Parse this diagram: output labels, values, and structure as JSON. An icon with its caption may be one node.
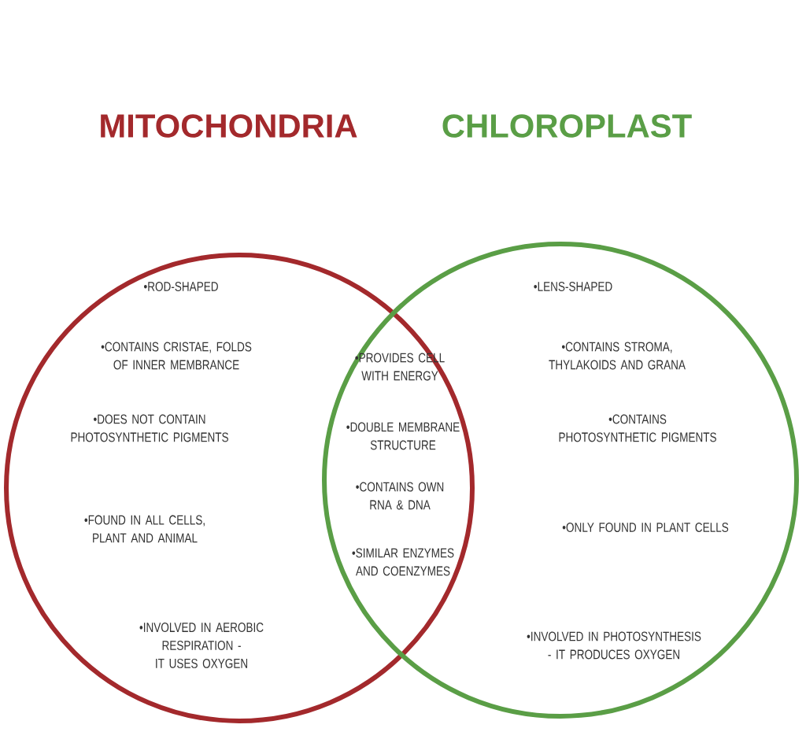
{
  "diagram": {
    "nodes": [
      {
        "beside": [
          "MITOCHONDRIA"
        ],
        "text": [
          "•ROD-SHAPED",
          "•CONTAINS CRISTAE, FOLDS OF INNER MEMBRANCE",
          "•DOES NOT CONTAIN PHOTOSYNTHETIC PIGMENTS",
          "•FOUND IN ALL CELLS, PLANT AND ANIMAL",
          "•INVOLVED IN AEROBIC RESPIRATION - IT USES OXYGEN"
        ]
      },
      {
        "beside": [
          "CHLOROPLAST"
        ],
        "text": [
          "•LENS-SHAPED",
          "•CONTAINS STROMA, THYLAKOIDS AND GRANA",
          "•CONTAINS PHOTOSYNTHETIC PIGMENTS",
          "•ONLY FOUND IN PLANT CELLS",
          "•INVOLVED IN PHOTOSYNTHESIS - IT PRODUCES OXYGEN"
        ]
      }
    ],
    "labels": [
      "•PROVIDES CELL WITH ENERGY",
      "•DOUBLE MEMBRANE STRUCTURE",
      "•CONTAINS OWN RNA & DNA",
      "•SIMILAR ENZYMES AND COENZYMES"
    ]
  }
}
